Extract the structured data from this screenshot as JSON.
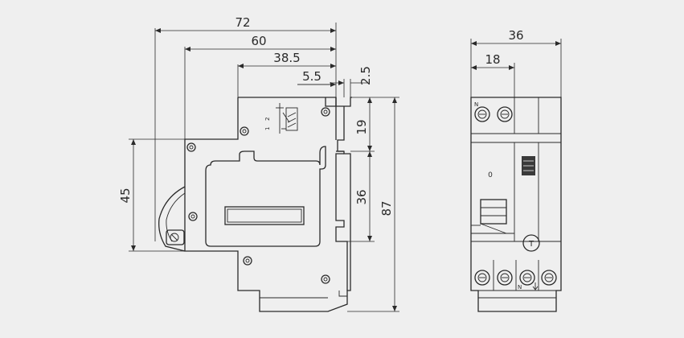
{
  "side_view": {
    "dims": {
      "w72": "72",
      "w60": "60",
      "w38": "38.5",
      "w55": "5.5",
      "w25": "2.5",
      "h19": "19",
      "h36": "36",
      "h87": "87",
      "h45": "45"
    },
    "terminal_marks": [
      "2",
      "1"
    ]
  },
  "front_view": {
    "dims": {
      "w36": "36",
      "w18": "18"
    },
    "marks": {
      "top_n": "N",
      "bottom_n": "N",
      "window": "0",
      "test_button": "T"
    }
  },
  "icons": {
    "earth": "earth-arrow-icon"
  },
  "colors": {
    "background": "#efefef",
    "line": "#2a2a2a",
    "toggle": "#3a3a3a"
  }
}
